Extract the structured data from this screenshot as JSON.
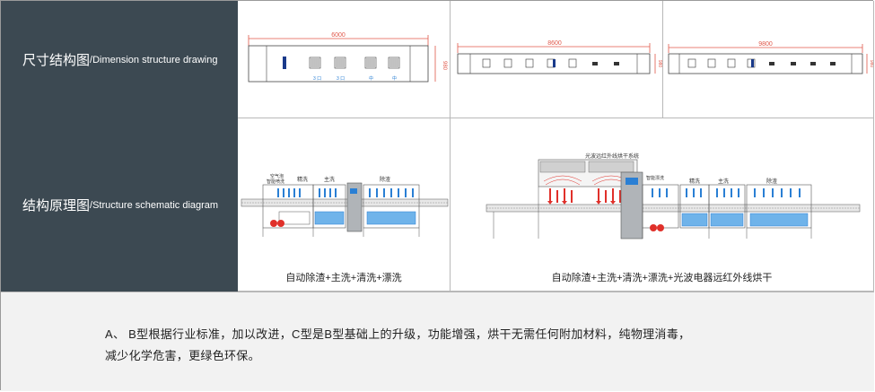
{
  "rows": {
    "dimension": {
      "cn": "尺寸结构图",
      "en": "/Dimension structure drawing",
      "drawings": [
        {
          "length": "6000",
          "height": "980",
          "sublabels": [
            "3 口",
            "3 口",
            "中",
            "中"
          ]
        },
        {
          "length": "8600",
          "height": "980"
        },
        {
          "length": "9800",
          "height": "980"
        }
      ]
    },
    "schematic": {
      "cn": "结构原理图",
      "en": "/Structure schematic diagram",
      "diagrams": [
        {
          "section_labels": [
            "空气泡\n智能喷洗",
            "精洗",
            "主洗",
            "除渣"
          ],
          "caption": "自动除渣+主洗+清洗+漂洗"
        },
        {
          "section_labels": [
            "光波远红外线烘干系统",
            "智能漂洗",
            "精洗",
            "主洗",
            "除渣"
          ],
          "caption": "自动除渣+主洗+清洗+漂洗+光波电器远红外线烘干"
        }
      ]
    }
  },
  "note": {
    "line1": "A、 B型根据行业标准，加以改进，C型是B型基础上的升级，功能增强，烘干无需任何附加材料，纯物理消毒，",
    "line2": "减少化学危害，更绿色环保。"
  },
  "colors": {
    "label_bg": "#3c4952",
    "dimension_line": "#e0584a",
    "machine_blue": "#2a7fd4",
    "machine_red": "#e0302a"
  }
}
